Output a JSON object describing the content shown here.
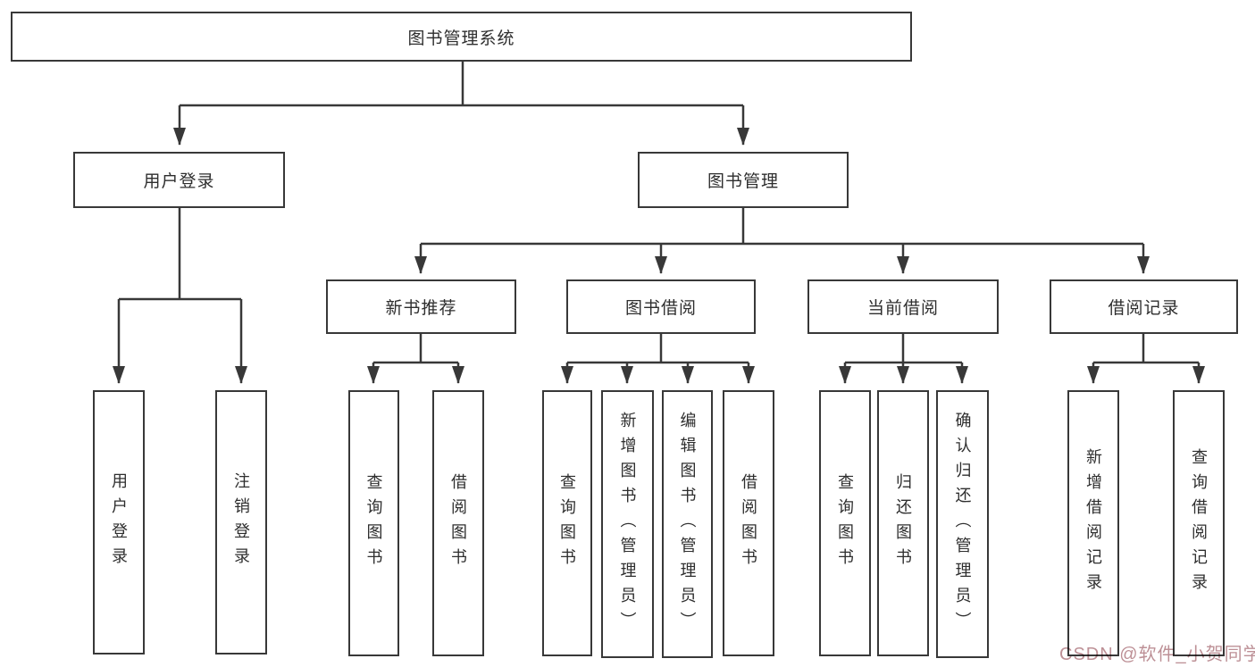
{
  "diagram": {
    "root": {
      "label": "图书管理系统"
    },
    "level1": [
      {
        "label": "用户登录"
      },
      {
        "label": "图书管理"
      }
    ],
    "level2": [
      {
        "label": "新书推荐"
      },
      {
        "label": "图书借阅"
      },
      {
        "label": "当前借阅"
      },
      {
        "label": "借阅记录"
      }
    ],
    "leaves": {
      "user_login": [
        {
          "label": "用户登录"
        },
        {
          "label": "注销登录"
        }
      ],
      "new_book": [
        {
          "label": "查询图书"
        },
        {
          "label": "借阅图书"
        }
      ],
      "book_borrow": [
        {
          "label": "查询图书"
        },
        {
          "label": "新增图书（管理员）"
        },
        {
          "label": "编辑图书（管理员）"
        },
        {
          "label": "借阅图书"
        }
      ],
      "current_borrow": [
        {
          "label": "查询图书"
        },
        {
          "label": "归还图书"
        },
        {
          "label": "确认归还（管理员）"
        }
      ],
      "borrow_record": [
        {
          "label": "新增借阅记录"
        },
        {
          "label": "查询借阅记录"
        }
      ]
    }
  },
  "watermark": {
    "text": "CSDN @软件_小贺同学",
    "color": "#bd9096"
  },
  "colors": {
    "line": "#383838",
    "box_border": "#383838",
    "text": "#2e2e2e",
    "background": "#ffffff"
  }
}
